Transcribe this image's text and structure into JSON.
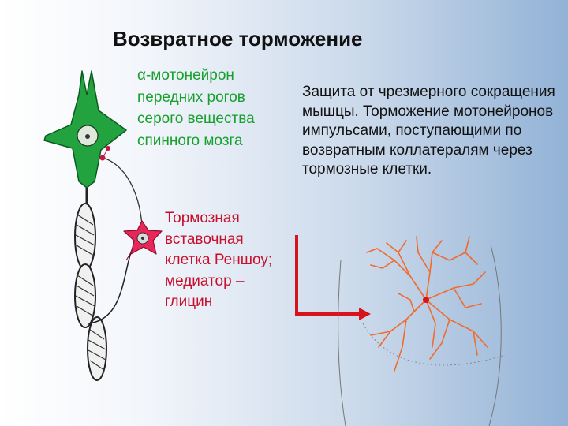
{
  "slide": {
    "title": "Возвратное торможение",
    "motoneuron_label": "α-мотонейрон передних рогов серого вещества спинного мозга",
    "renshaw_label": "Тормозная вставочная клетка Реншоу; медиатор – глицин",
    "description": "Защита от чрезмерного сокращения мышцы. Торможение мотонейронов импульсами, поступающими по возвратным коллатералям через тормозные клетки."
  },
  "colors": {
    "motoneuron": "#23a33f",
    "renshaw_cell": "#e8265a",
    "arrow": "#d7131b",
    "dendrites": "#f26a2c"
  }
}
